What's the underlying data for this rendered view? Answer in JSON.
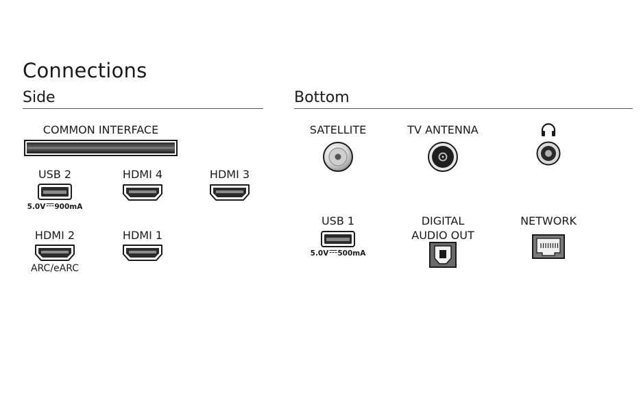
{
  "title": "Connections",
  "side": {
    "heading": "Side",
    "common_interface": {
      "label": "COMMON INTERFACE",
      "icon": "common-interface-slot-icon"
    },
    "usb2": {
      "label": "USB 2",
      "spec_voltage": "5.0V",
      "spec_current": "900mA",
      "icon": "usb-port-icon"
    },
    "hdmi4": {
      "label": "HDMI 4",
      "icon": "hdmi-port-icon"
    },
    "hdmi3": {
      "label": "HDMI 3",
      "icon": "hdmi-port-icon"
    },
    "hdmi2": {
      "label": "HDMI 2",
      "sublabel": "ARC/eARC",
      "icon": "hdmi-port-icon"
    },
    "hdmi1": {
      "label": "HDMI 1",
      "icon": "hdmi-port-icon"
    }
  },
  "bottom": {
    "heading": "Bottom",
    "satellite": {
      "label": "SATELLITE",
      "icon": "satellite-connector-icon"
    },
    "tv_antenna": {
      "label": "TV ANTENNA",
      "icon": "antenna-connector-icon"
    },
    "headphones": {
      "icon": "headphones-icon",
      "port_icon": "headphone-jack-icon"
    },
    "usb1": {
      "label": "USB 1",
      "spec_voltage": "5.0V",
      "spec_current": "500mA",
      "icon": "usb-port-icon"
    },
    "digital_audio_out": {
      "label_line1": "DIGITAL",
      "label_line2": "AUDIO OUT",
      "icon": "optical-audio-port-icon"
    },
    "network": {
      "label": "NETWORK",
      "icon": "ethernet-port-icon"
    }
  }
}
